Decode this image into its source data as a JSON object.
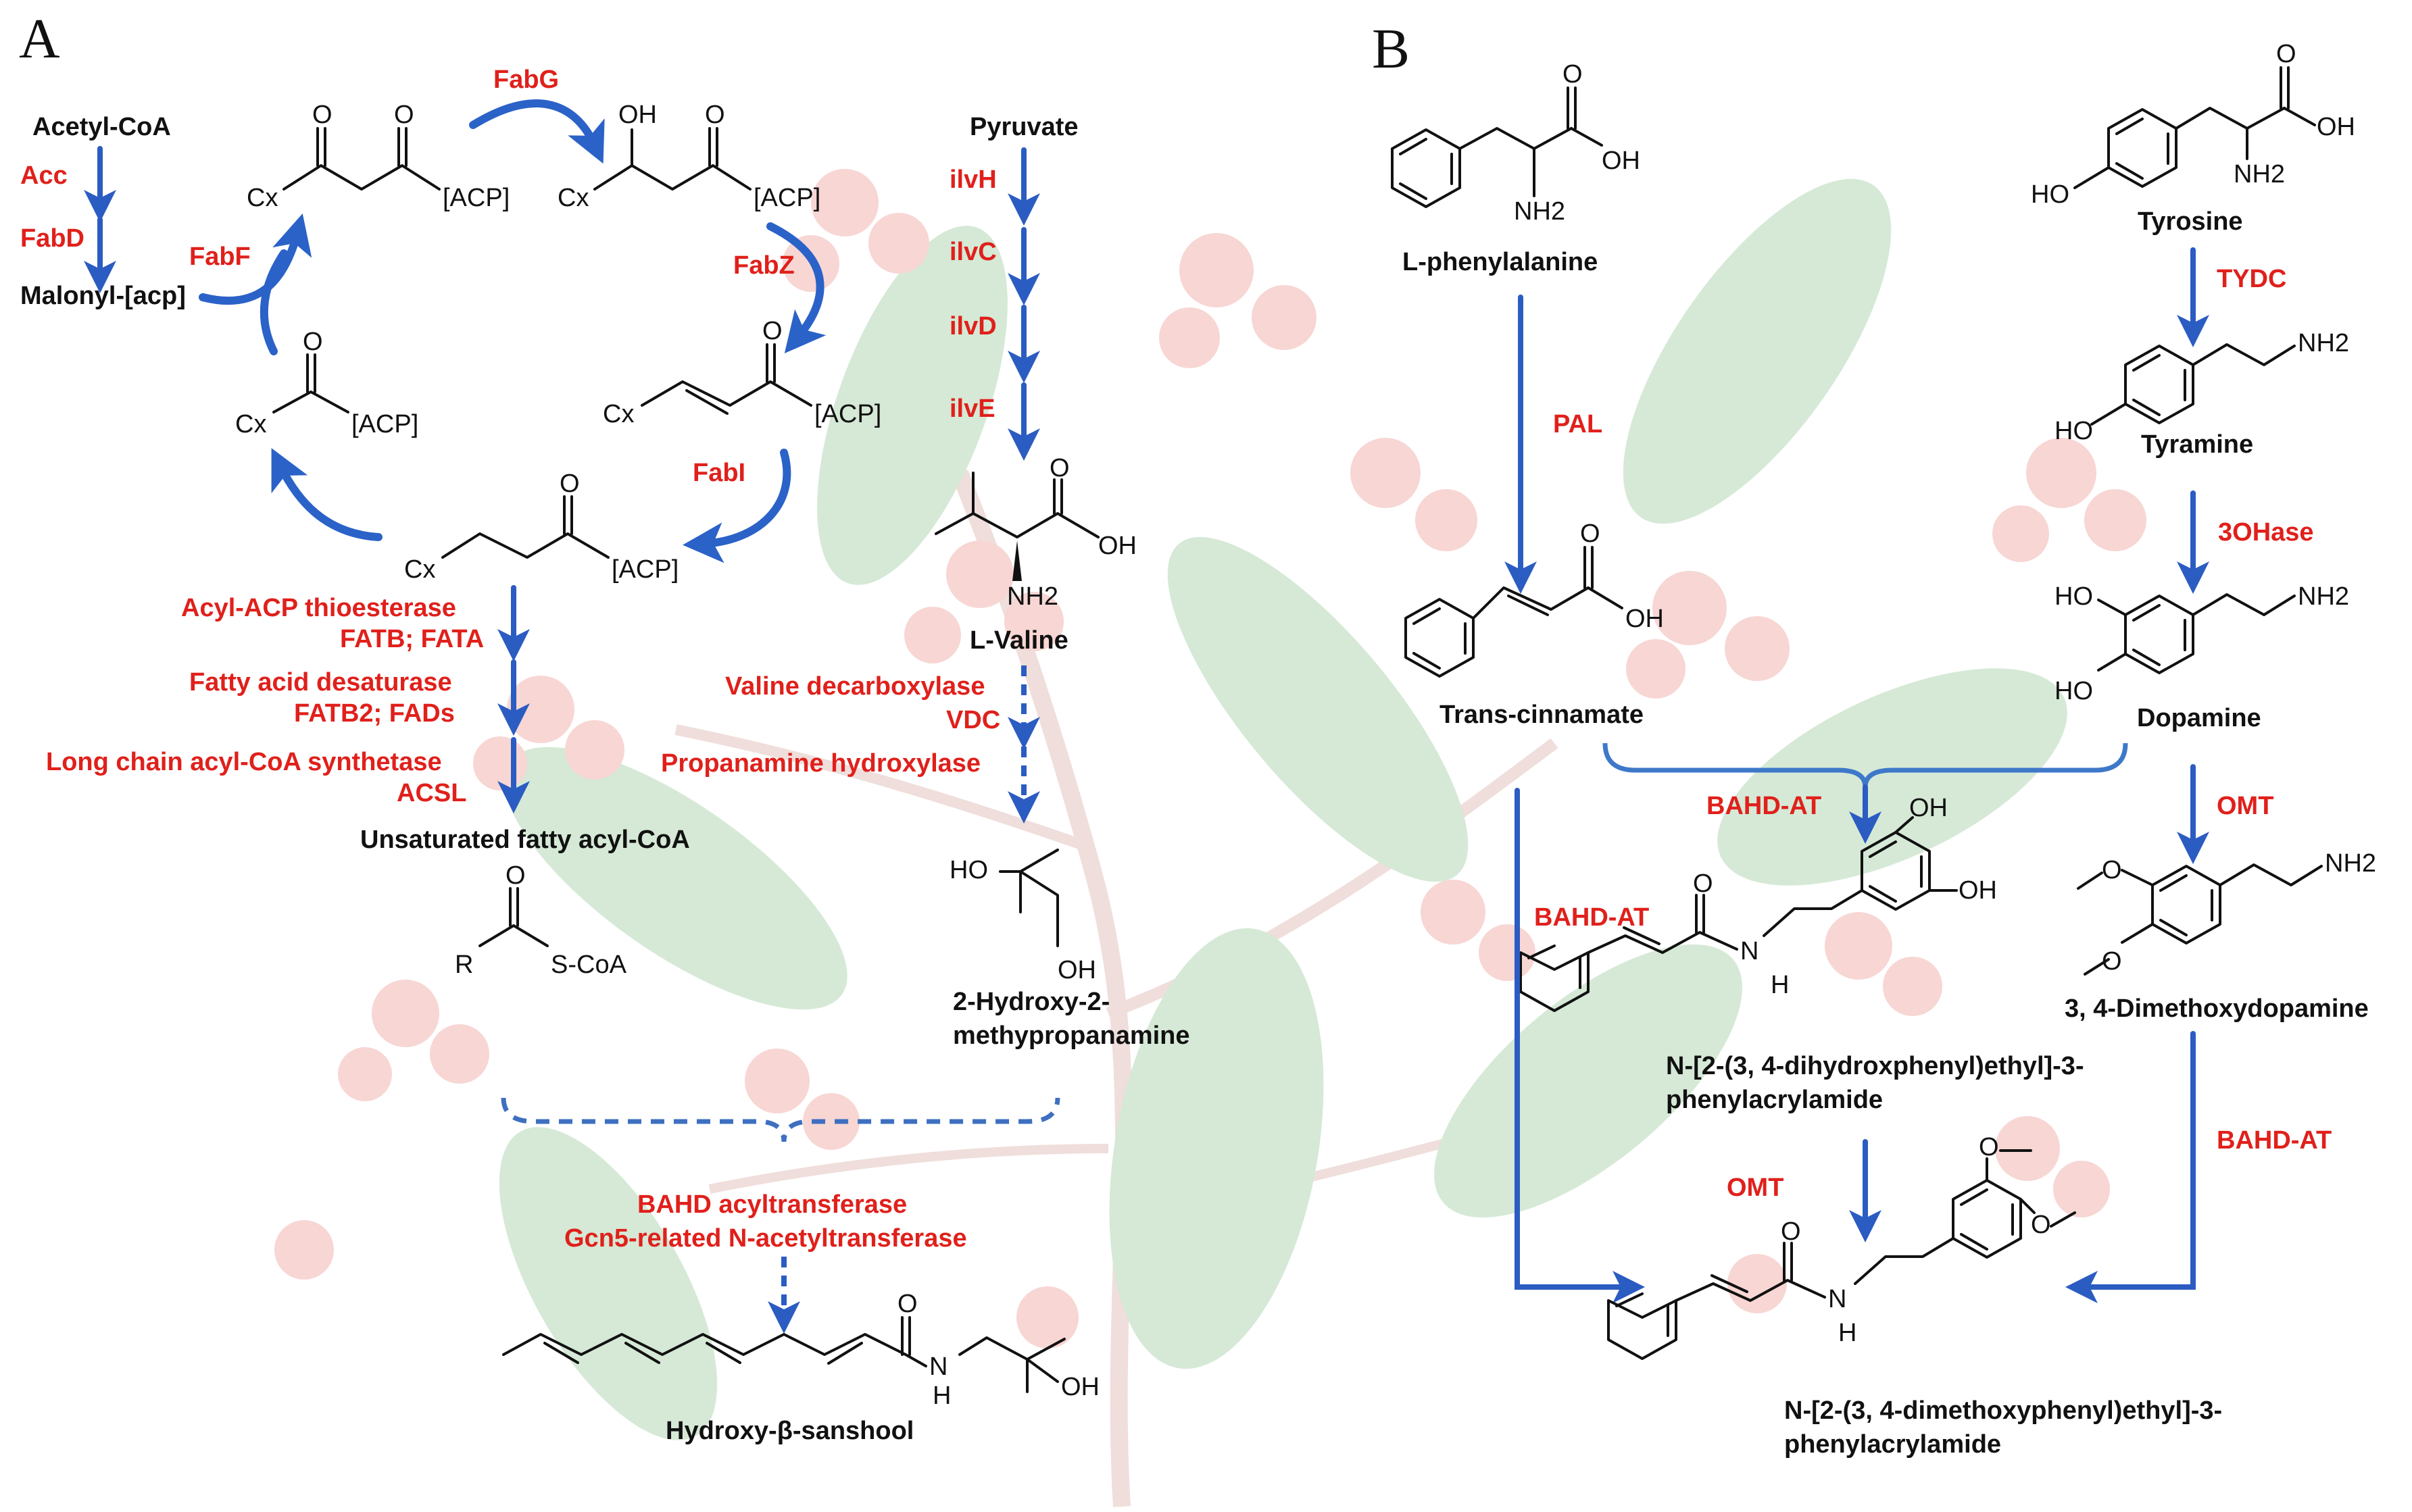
{
  "panels": {
    "a": "A",
    "b": "B"
  },
  "colors": {
    "enzyme": "#e0201b",
    "arrow": "#2b5cc2",
    "text": "#111111"
  },
  "panel_a": {
    "acetyl_coa": "Acetyl-CoA",
    "acc": "Acc",
    "fabd": "FabD",
    "malonyl_acp": "Malonyl-[acp]",
    "fabf": "FabF",
    "fabg": "FabG",
    "fabz": "FabZ",
    "fabi": "FabI",
    "cx": "Cx",
    "acp": "[ACP]",
    "oh": "OH",
    "o": "O",
    "thioesterase": "Acyl-ACP thioesterase",
    "fatb_fata": "FATB; FATA",
    "desaturase": "Fatty acid desaturase",
    "fatb2_fads": "FATB2; FADs",
    "acsl_name": "Long chain acyl-CoA synthetase",
    "acsl": "ACSL",
    "unsat": "Unsaturated fatty acyl-CoA",
    "r": "R",
    "scoa": "S-CoA",
    "pyruvate": "Pyruvate",
    "ilvh": "ilvH",
    "ilvc": "ilvC",
    "ilvd": "ilvD",
    "ilve": "ilvE",
    "nh2": "NH2",
    "lvaline": "L-Valine",
    "valine_dc": "Valine decarboxylase",
    "vdc": "VDC",
    "prop_hydrox": "Propanamine hydroxylase",
    "ho": "HO",
    "hmp_1": "2-Hydroxy-2-",
    "hmp_2": "methypropanamine",
    "bahd_acyl": "BAHD acyltransferase",
    "gcn5": "Gcn5-related N-acetyltransferase",
    "n": "N",
    "h": "H",
    "sanshool": "Hydroxy-β-sanshool"
  },
  "panel_b": {
    "lphe": "L-phenylalanine",
    "pal": "PAL",
    "trans_cin": "Trans-cinnamate",
    "tyrosine": "Tyrosine",
    "tydc": "TYDC",
    "tyramine": "Tyramine",
    "ohase": "3OHase",
    "dopamine": "Dopamine",
    "omt": "OMT",
    "dimethoxy": "3, 4-Dimethoxydopamine",
    "bahd_at": "BAHD-AT",
    "dihydroxy_1": "N-[2-(3, 4-dihydroxphenyl)ethyl]-3-",
    "dihydroxy_2": "phenylacrylamide",
    "dimethoxy_1": "N-[2-(3, 4-dimethoxyphenyl)ethyl]-3-",
    "dimethoxy_2": "phenylacrylamide",
    "oh": "OH",
    "ho": "HO",
    "nh2": "NH2",
    "o": "O",
    "n": "N",
    "h": "H"
  }
}
